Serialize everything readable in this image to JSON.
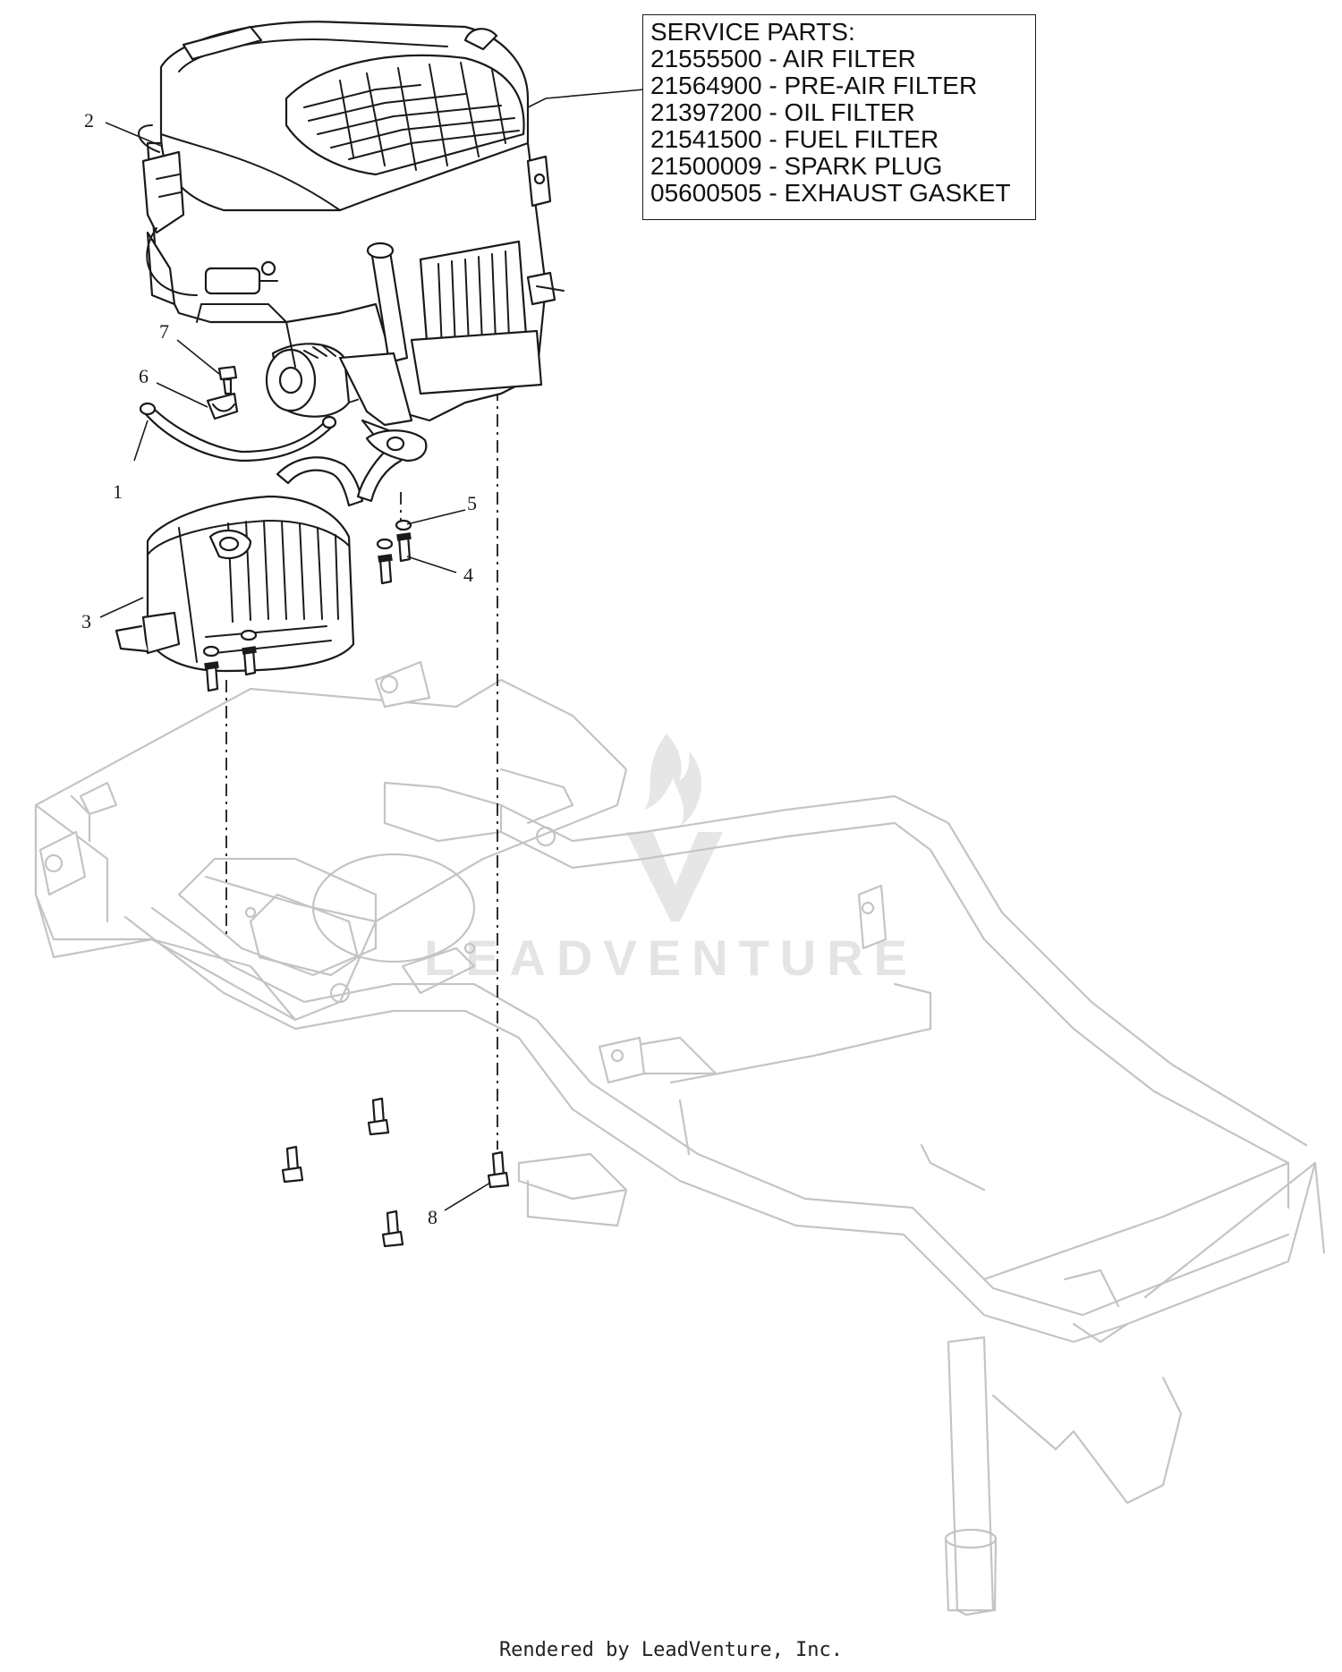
{
  "service_parts": {
    "heading": "SERVICE PARTS:",
    "items": [
      {
        "part_number": "21555500",
        "description": "AIR FILTER"
      },
      {
        "part_number": "21564900",
        "description": "PRE-AIR FILTER"
      },
      {
        "part_number": "21397200",
        "description": "OIL FILTER"
      },
      {
        "part_number": "21541500",
        "description": "FUEL FILTER"
      },
      {
        "part_number": "21500009",
        "description": "SPARK PLUG"
      },
      {
        "part_number": "05600505",
        "description": "EXHAUST GASKET"
      }
    ]
  },
  "callouts": [
    "1",
    "2",
    "3",
    "4",
    "5",
    "6",
    "7",
    "8"
  ],
  "watermark": "LEADVENTURE",
  "footer": "Rendered by LeadVenture, Inc."
}
